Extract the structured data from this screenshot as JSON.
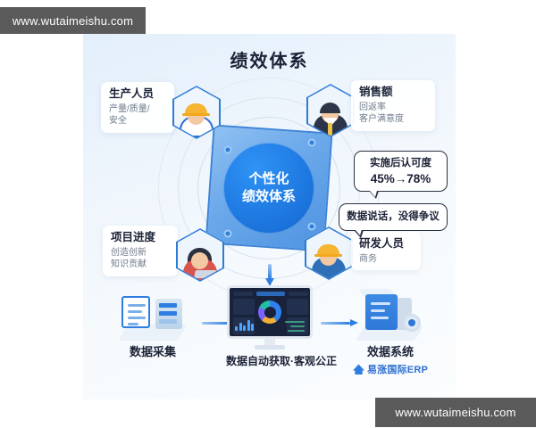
{
  "watermarks": {
    "top": "www.wutaimeishu.com",
    "bottom": "www.wutaimeishu.com"
  },
  "card": {
    "title": "绩效体系",
    "center": {
      "line1": "个性化",
      "line2": "绩效体系"
    },
    "quadrants": [
      {
        "id": "production",
        "title": "生产人员",
        "subtitle": "产量/质量/\n安全",
        "avatar": "worker-helmet-avatar-icon"
      },
      {
        "id": "sales",
        "title": "销售额",
        "subtitle": "回返率\n客户满意度",
        "avatar": "salesman-suit-avatar-icon"
      },
      {
        "id": "project",
        "title": "项目进度",
        "subtitle": "创造创新\n知识贡献",
        "avatar": "female-laptop-avatar-icon"
      },
      {
        "id": "rnd",
        "title": "研发人员",
        "subtitle": "商务",
        "avatar": "engineer-helmet-avatar-icon"
      }
    ],
    "bubbles": [
      {
        "id": "approval",
        "line1": "实施后认可度",
        "line2": "45%→78%"
      },
      {
        "id": "data-speaks",
        "line1": "数据说话，没得争议",
        "line2": ""
      }
    ],
    "flow": {
      "steps": [
        {
          "id": "collect",
          "caption": "数据采集",
          "icon": "documents-server-icon"
        },
        {
          "id": "dashboard",
          "caption": "",
          "sub": "数据自动获取·客观公正",
          "icon": "monitor-dashboard-icon"
        },
        {
          "id": "system",
          "caption": "效据系统",
          "icon": "data-cube-system-icon"
        }
      ],
      "brand": {
        "mark": "house-logo-icon",
        "text": "易涨国际ERP"
      }
    }
  },
  "colors": {
    "accent": "#2e7de0",
    "core": "#1f7ae2",
    "diamond": "#6aa8ea",
    "title_text": "#1b2236",
    "sub_text": "#6f7b8c",
    "card_bg": "#e9f2fb",
    "watermark_bg": "#5a5a5a"
  }
}
